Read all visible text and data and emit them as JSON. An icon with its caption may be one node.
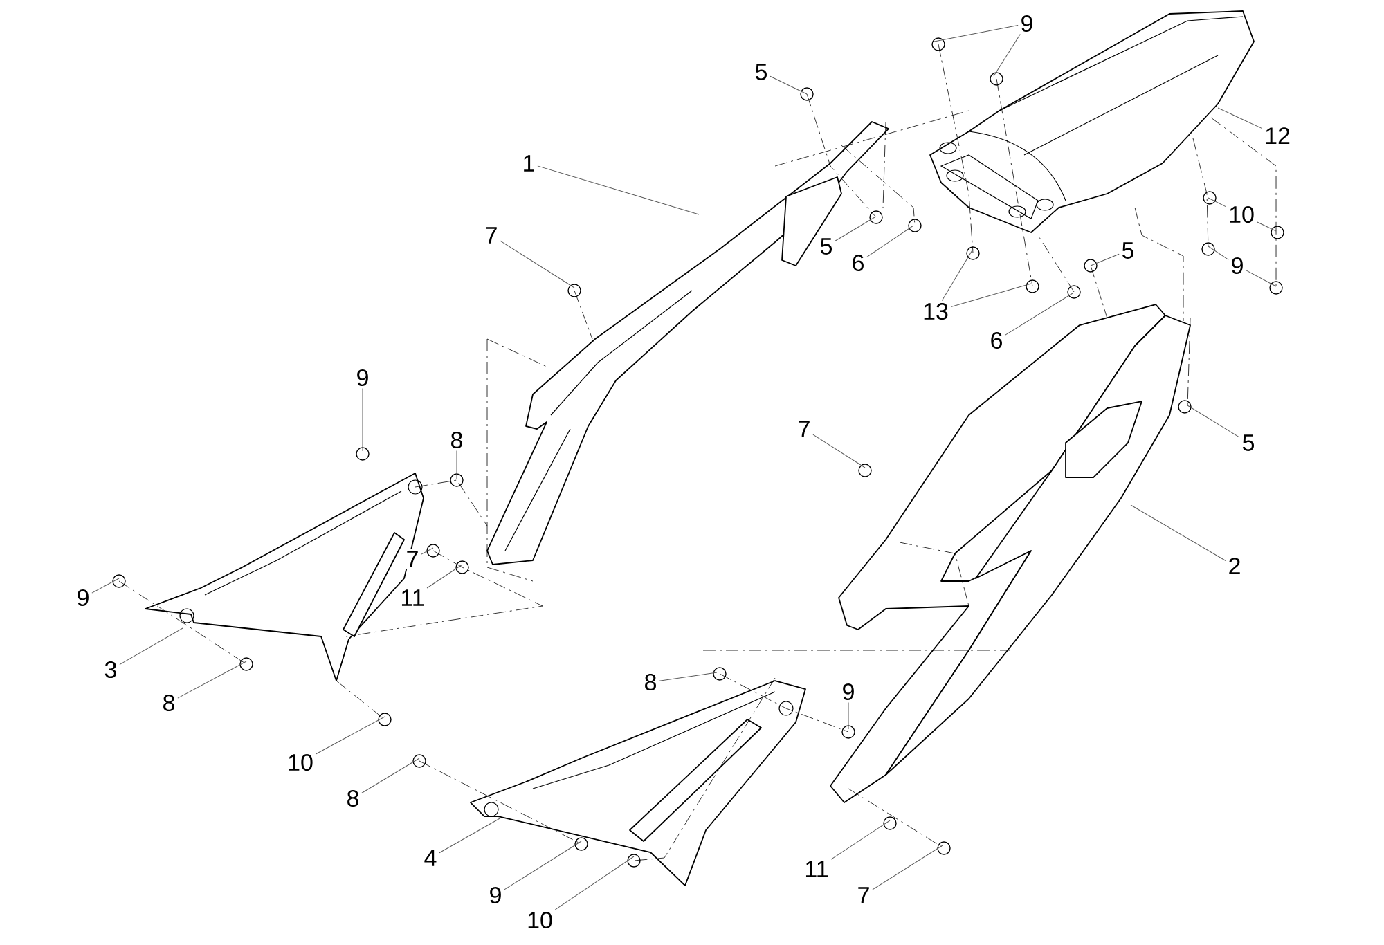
{
  "diagram": {
    "nodes": [
      {
        "text": [
          "1"
        ]
      },
      {
        "text": [
          "5"
        ]
      },
      {
        "text": [
          "9"
        ]
      },
      {
        "text": [
          "12"
        ]
      },
      {
        "text": [
          "7"
        ]
      },
      {
        "text": [
          "5"
        ]
      },
      {
        "text": [
          "6"
        ]
      },
      {
        "text": [
          "13"
        ]
      },
      {
        "text": [
          "10"
        ]
      },
      {
        "text": [
          "9"
        ]
      },
      {
        "text": [
          "5"
        ]
      },
      {
        "text": [
          "6"
        ]
      },
      {
        "text": [
          "5"
        ]
      },
      {
        "text": [
          "7"
        ]
      },
      {
        "text": [
          "2"
        ]
      },
      {
        "text": [
          "9"
        ]
      },
      {
        "text": [
          "8"
        ]
      },
      {
        "text": [
          "9"
        ]
      },
      {
        "text": [
          "7"
        ]
      },
      {
        "text": [
          "11"
        ]
      },
      {
        "text": [
          "3"
        ]
      },
      {
        "text": [
          "8"
        ]
      },
      {
        "text": [
          "10"
        ]
      },
      {
        "text": [
          "8"
        ]
      },
      {
        "text": [
          "4"
        ]
      },
      {
        "text": [
          "9"
        ]
      },
      {
        "text": [
          "10"
        ]
      },
      {
        "text": [
          "8"
        ]
      },
      {
        "text": [
          "9"
        ]
      },
      {
        "text": [
          "11"
        ]
      },
      {
        "text": [
          "7"
        ]
      }
    ],
    "edges": [
      {
        "from": 0,
        "to": null,
        "arrow": "none"
      },
      {
        "from": 1,
        "to": null,
        "arrow": "none"
      },
      {
        "from": 2,
        "to": null,
        "arrow": "none"
      },
      {
        "from": 2,
        "to": null,
        "arrow": "none"
      },
      {
        "from": 3,
        "to": null,
        "arrow": "none"
      },
      {
        "from": 4,
        "to": null,
        "arrow": "none"
      },
      {
        "from": 5,
        "to": null,
        "arrow": "none"
      },
      {
        "from": 6,
        "to": null,
        "arrow": "none"
      },
      {
        "from": 7,
        "to": null,
        "arrow": "none"
      },
      {
        "from": 7,
        "to": null,
        "arrow": "none"
      },
      {
        "from": 8,
        "to": null,
        "arrow": "none"
      },
      {
        "from": 8,
        "to": null,
        "arrow": "none"
      },
      {
        "from": 9,
        "to": null,
        "arrow": "none"
      },
      {
        "from": 9,
        "to": null,
        "arrow": "none"
      },
      {
        "from": 10,
        "to": null,
        "arrow": "none"
      },
      {
        "from": 11,
        "to": null,
        "arrow": "none"
      },
      {
        "from": 12,
        "to": null,
        "arrow": "none"
      },
      {
        "from": 13,
        "to": null,
        "arrow": "none"
      },
      {
        "from": 14,
        "to": null,
        "arrow": "none"
      },
      {
        "from": 15,
        "to": null,
        "arrow": "none"
      },
      {
        "from": 16,
        "to": null,
        "arrow": "none"
      },
      {
        "from": 17,
        "to": null,
        "arrow": "none"
      },
      {
        "from": 18,
        "to": null,
        "arrow": "none"
      },
      {
        "from": 19,
        "to": null,
        "arrow": "none"
      },
      {
        "from": 20,
        "to": null,
        "arrow": "none"
      },
      {
        "from": 21,
        "to": null,
        "arrow": "none"
      },
      {
        "from": 22,
        "to": null,
        "arrow": "none"
      },
      {
        "from": 23,
        "to": null,
        "arrow": "none"
      },
      {
        "from": 24,
        "to": null,
        "arrow": "none"
      },
      {
        "from": 25,
        "to": null,
        "arrow": "none"
      },
      {
        "from": 26,
        "to": null,
        "arrow": "none"
      },
      {
        "from": 27,
        "to": null,
        "arrow": "none"
      },
      {
        "from": 28,
        "to": null,
        "arrow": "none"
      },
      {
        "from": 29,
        "to": null,
        "arrow": "none"
      },
      {
        "from": 30,
        "to": null,
        "arrow": "none"
      }
    ]
  }
}
